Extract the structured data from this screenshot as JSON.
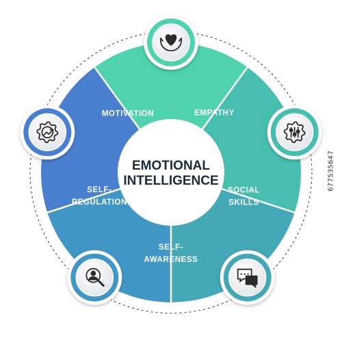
{
  "title": {
    "line1": "EMOTIONAL",
    "line2": "INTELLIGENCE"
  },
  "segments": [
    {
      "line1": "MOTIVATION",
      "line2": "",
      "color": "#4a7fd0",
      "icon": "gear-growth-arrow-icon"
    },
    {
      "line1": "EMPATHY",
      "line2": "",
      "color": "#4fd2ad",
      "icon": "heart-in-hands-icon"
    },
    {
      "line1": "SOCIAL",
      "line2": "SKILLS",
      "color": "#47beaf",
      "icon": "gear-sliders-icon"
    },
    {
      "line1": "SELF-",
      "line2": "AWARENESS",
      "color": "#44a8b6",
      "icon": "chat-bubbles-icon"
    },
    {
      "line1": "SELF-",
      "line2": "REGULATION",
      "color": "#4196c6",
      "icon": "person-magnifier-icon"
    }
  ],
  "colors": {
    "center": "#ffffff",
    "title_text": "#1e2a38",
    "icon_stroke": "#2b2b2b",
    "icon_face": "#f3f4f6"
  },
  "stock_id": "677535647"
}
